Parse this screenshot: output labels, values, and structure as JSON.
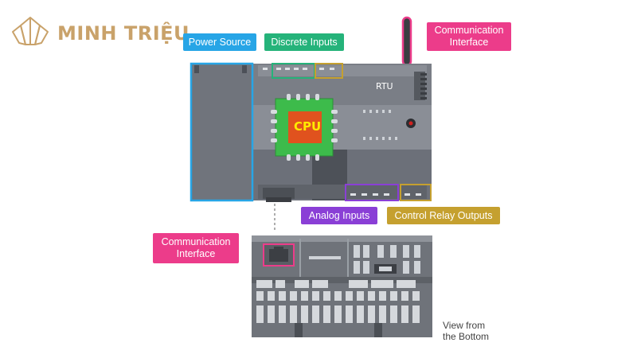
{
  "brand": {
    "name": "MINH TRIỆU"
  },
  "labels": {
    "power_source": "Power Source",
    "discrete_inputs": "Discrete Inputs",
    "communication_interface_top": "Communication\nInterface",
    "analog_inputs": "Analog Inputs",
    "control_relay_outputs": "Control Relay Outputs",
    "communication_interface_bottom": "Communication\nInterface",
    "view_from_bottom": "View from\nthe Bottom"
  },
  "device": {
    "model": "RTU",
    "cpu": "CPU"
  },
  "colors": {
    "blue": "#27a5e6",
    "green": "#25b37a",
    "pink": "#ec3c8a",
    "purple": "#8a3fd6",
    "gold": "#c5a02f",
    "plc_body": "#6c7079",
    "cpu_board": "#3dbb4b",
    "cpu_chip": "#e0521e"
  }
}
